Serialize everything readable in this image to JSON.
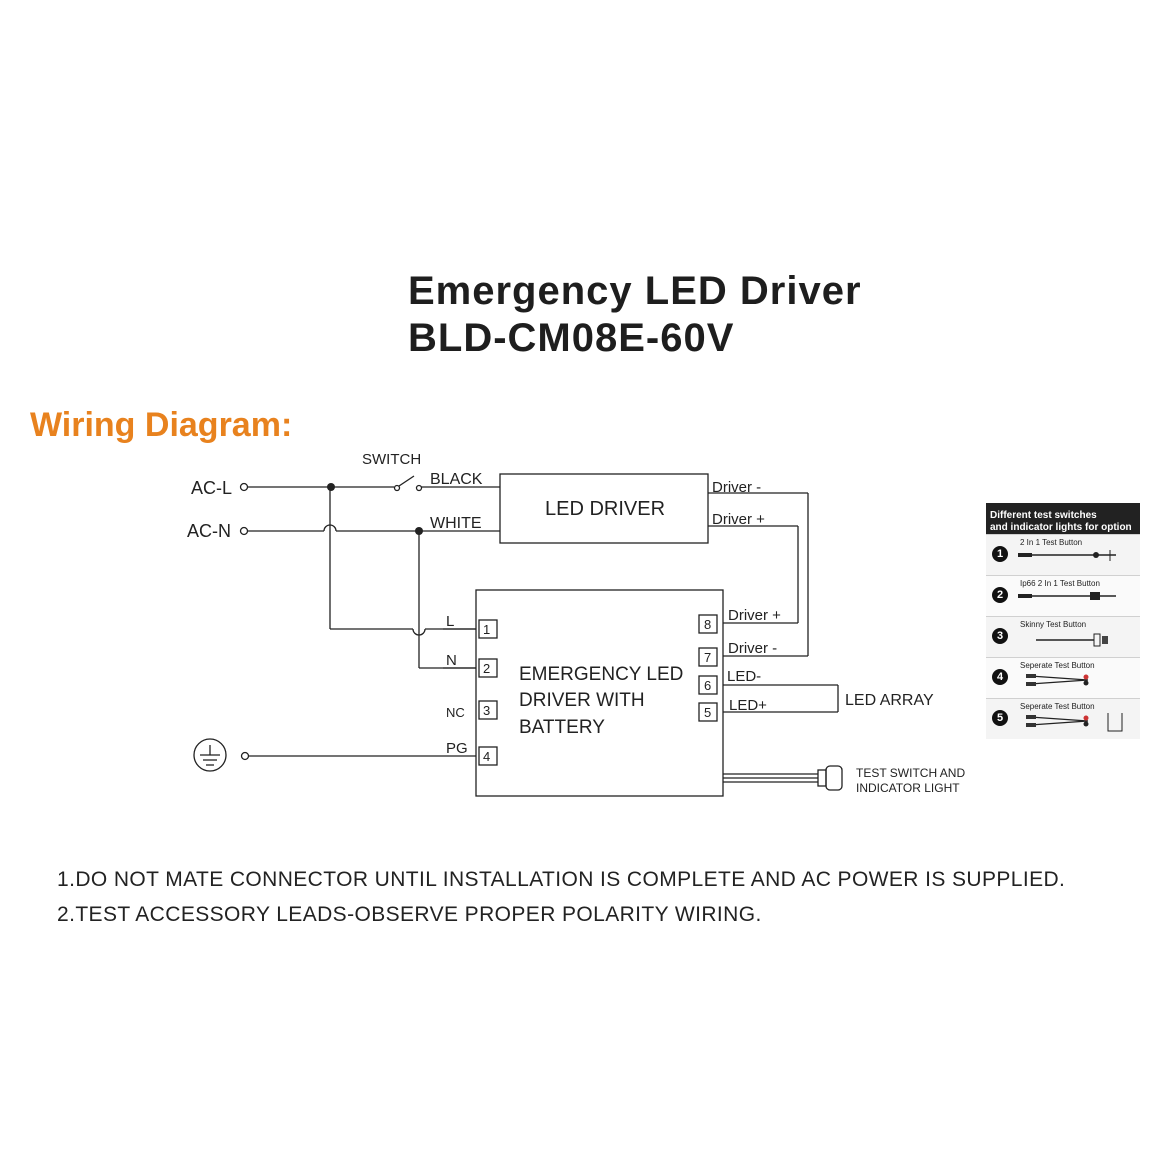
{
  "header": {
    "title_line1": "Emergency LED Driver",
    "title_line2": "BLD-CM08E-60V"
  },
  "section_title": "Wiring Diagram:",
  "diagram": {
    "inputs": {
      "ac_l": "AC-L",
      "ac_n": "AC-N"
    },
    "switch_label": "SWITCH",
    "wire_black": "BLACK",
    "wire_white": "WHITE",
    "led_driver": {
      "label": "LED DRIVER",
      "out_minus": "Driver -",
      "out_plus": "Driver +"
    },
    "emergency_box": {
      "label_line1": "EMERGENCY LED",
      "label_line2": "DRIVER WITH",
      "label_line3": "BATTERY",
      "left_terminals": [
        {
          "num": "1",
          "name": "L"
        },
        {
          "num": "2",
          "name": "N"
        },
        {
          "num": "3",
          "name": "NC"
        },
        {
          "num": "4",
          "name": "PG"
        }
      ],
      "right_terminals": [
        {
          "num": "8",
          "name": "Driver +"
        },
        {
          "num": "7",
          "name": "Driver -"
        },
        {
          "num": "6",
          "name": "LED-"
        },
        {
          "num": "5",
          "name": "LED+"
        }
      ]
    },
    "led_array": "LED ARRAY",
    "test_switch_line1": "TEST SWITCH AND",
    "test_switch_line2": "INDICATOR LIGHT"
  },
  "options_panel": {
    "header_line1": "Different test switches",
    "header_line2": "and indicator lights for option",
    "items": [
      {
        "num": "1",
        "label": "2 In 1 Test Button"
      },
      {
        "num": "2",
        "label": "Ip66 2 In 1 Test Button"
      },
      {
        "num": "3",
        "label": "Skinny Test Button"
      },
      {
        "num": "4",
        "label": "Seperate Test Button"
      },
      {
        "num": "5",
        "label": "Seperate Test Button"
      }
    ]
  },
  "notes": [
    "1.DO NOT MATE CONNECTOR UNTIL INSTALLATION IS COMPLETE AND AC POWER IS SUPPLIED.",
    "2.TEST ACCESSORY LEADS-OBSERVE PROPER POLARITY WIRING."
  ],
  "colors": {
    "accent": "#e8821e",
    "line": "#222222"
  }
}
